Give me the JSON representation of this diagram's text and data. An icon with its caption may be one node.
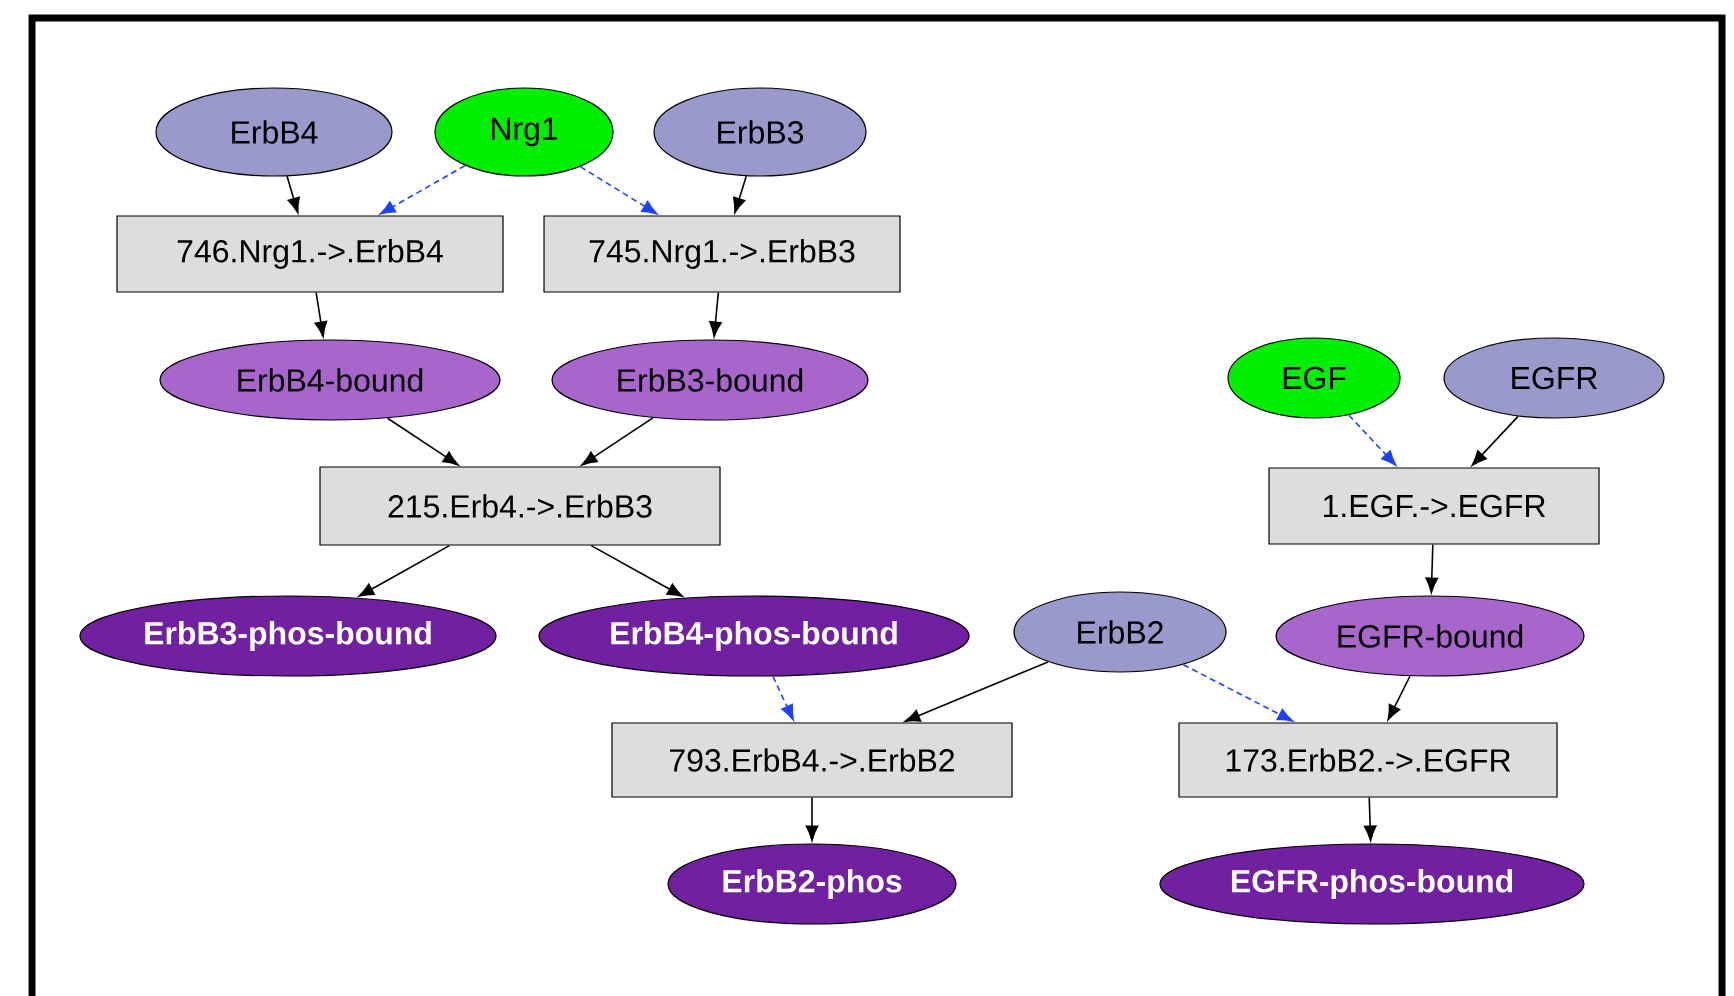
{
  "diagram": {
    "nodes": [
      {
        "text": [
          "ErbB4"
        ]
      },
      {
        "text": [
          "Nrg1"
        ]
      },
      {
        "text": [
          "ErbB3"
        ]
      },
      {
        "text": [
          "746.Nrg1.->.ErbB4"
        ]
      },
      {
        "text": [
          "745.Nrg1.->.ErbB3"
        ]
      },
      {
        "text": [
          "ErbB4-bound"
        ]
      },
      {
        "text": [
          "ErbB3-bound"
        ]
      },
      {
        "text": [
          "EGF"
        ]
      },
      {
        "text": [
          "EGFR"
        ]
      },
      {
        "text": [
          "215.Erb4.->.ErbB3"
        ]
      },
      {
        "text": [
          "1.EGF.->.EGFR"
        ]
      },
      {
        "text": [
          "ErbB3-phos-bound"
        ]
      },
      {
        "text": [
          "ErbB4-phos-bound"
        ]
      },
      {
        "text": [
          "ErbB2"
        ]
      },
      {
        "text": [
          "EGFR-bound"
        ]
      },
      {
        "text": [
          "793.ErbB4.->.ErbB2"
        ]
      },
      {
        "text": [
          "173.ErbB2.->.EGFR"
        ]
      },
      {
        "text": [
          "ErbB2-phos"
        ]
      },
      {
        "text": [
          "EGFR-phos-bound"
        ]
      }
    ],
    "edges": [
      {
        "from": 0,
        "to": 3,
        "arrow": "to"
      },
      {
        "from": 1,
        "to": 3,
        "arrow": "to",
        "style": "dashed",
        "color": "#2040ff"
      },
      {
        "from": 1,
        "to": 4,
        "arrow": "to",
        "style": "dashed",
        "color": "#2040ff"
      },
      {
        "from": 2,
        "to": 4,
        "arrow": "to"
      },
      {
        "from": 3,
        "to": 5,
        "arrow": "to"
      },
      {
        "from": 4,
        "to": 6,
        "arrow": "to"
      },
      {
        "from": 5,
        "to": 9,
        "arrow": "to"
      },
      {
        "from": 6,
        "to": 9,
        "arrow": "to"
      },
      {
        "from": 9,
        "to": 11,
        "arrow": "to"
      },
      {
        "from": 9,
        "to": 12,
        "arrow": "to"
      },
      {
        "from": 7,
        "to": 10,
        "arrow": "to",
        "style": "dashed",
        "color": "#2040ff"
      },
      {
        "from": 8,
        "to": 10,
        "arrow": "to"
      },
      {
        "from": 10,
        "to": 14,
        "arrow": "to"
      },
      {
        "from": 12,
        "to": 15,
        "arrow": "to",
        "style": "dashed",
        "color": "#2040ff"
      },
      {
        "from": 13,
        "to": 15,
        "arrow": "to"
      },
      {
        "from": 13,
        "to": 16,
        "arrow": "to",
        "style": "dashed",
        "color": "#2040ff"
      },
      {
        "from": 14,
        "to": 16,
        "arrow": "to"
      },
      {
        "from": 15,
        "to": 17,
        "arrow": "to"
      },
      {
        "from": 16,
        "to": 18,
        "arrow": "to"
      }
    ]
  }
}
